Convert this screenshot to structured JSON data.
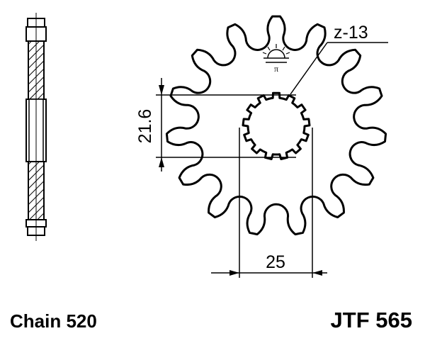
{
  "diagram": {
    "teeth_label": "z-13",
    "height_dimension": "21.6",
    "width_dimension": "25",
    "logo_symbol": "π"
  },
  "footer": {
    "chain": "Chain 520",
    "part_number": "JTF 565"
  },
  "sprocket": {
    "outer_teeth": 15,
    "spline_teeth": 13
  },
  "colors": {
    "ink": "#000000",
    "background": "#ffffff"
  }
}
